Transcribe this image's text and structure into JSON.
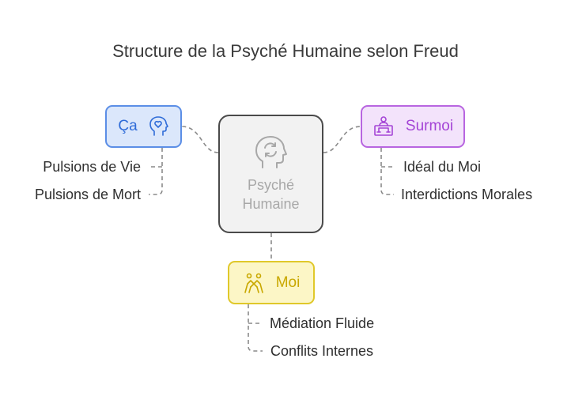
{
  "title": "Structure de la Psyché Humaine selon Freud",
  "center": {
    "line1": "Psyché",
    "line2": "Humaine",
    "icon": "head-cycle-icon"
  },
  "ca": {
    "label": "Ça",
    "icon": "head-heart-icon",
    "color": "#5b8ee6",
    "items": [
      "Pulsions de Vie",
      "Pulsions de Mort"
    ]
  },
  "surmoi": {
    "label": "Surmoi",
    "icon": "judge-scale-icon",
    "color": "#b865e0",
    "items": [
      "Idéal du Moi",
      "Interdictions Morales"
    ]
  },
  "moi": {
    "label": "Moi",
    "icon": "handshake-icon",
    "color": "#e0c82a",
    "items": [
      "Médiation Fluide",
      "Conflits Internes"
    ]
  }
}
